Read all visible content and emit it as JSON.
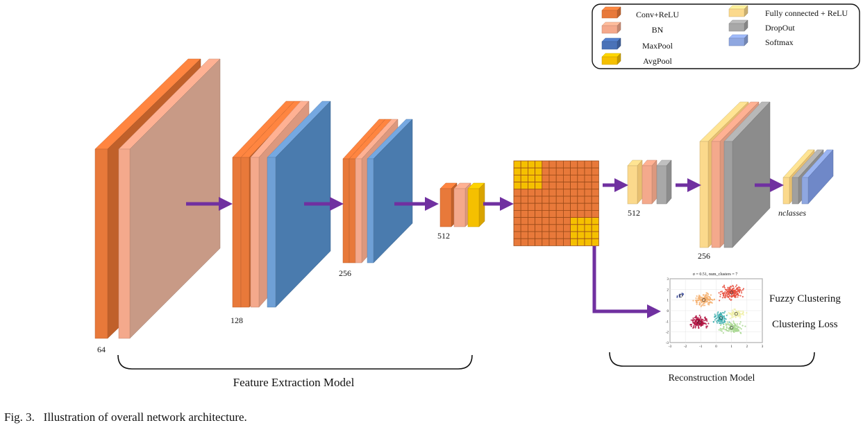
{
  "legend": {
    "items": [
      {
        "label": "Conv+ReLU",
        "color": "#E8793A"
      },
      {
        "label": "BN",
        "color": "#F4A98C"
      },
      {
        "label": "MaxPool",
        "color": "#4A72B8"
      },
      {
        "label": "AvgPool",
        "color": "#F5C000"
      },
      {
        "label": "Fully connected + ReLU",
        "color": "#FBD98C"
      },
      {
        "label": "DropOut",
        "color": "#A8A8A8"
      },
      {
        "label": "Softmax",
        "color": "#8FA7E0"
      }
    ]
  },
  "feature_extraction": {
    "dims": [
      "64",
      "128",
      "256",
      "512"
    ],
    "section_label": "Feature Extraction Model"
  },
  "reconstruction": {
    "dims": [
      "512",
      "256"
    ],
    "output_label": "nclasses",
    "section_label": "Reconstruction Model",
    "plot_title": "σ = 0.51, num_clusters = 7",
    "plot_xticks": [
      "-3",
      "-2",
      "-1",
      "0",
      "1",
      "2",
      "3"
    ],
    "plot_yticks": [
      "3",
      "2",
      "1",
      "0",
      "-1",
      "-2",
      "-3"
    ],
    "fuzzy_label": "Fuzzy Clustering",
    "loss_label": "Clustering Loss"
  },
  "caption": "Fig. 3.   Illustration of overall network architecture.",
  "colors": {
    "arrow": "#7030A0",
    "conv": "#E8793A",
    "conv_dark": "#C0602A",
    "bn": "#F4A98C",
    "bn_face": "#C89A86",
    "maxpool": "#4A7BAE",
    "avgpool": "#F5C000",
    "fc": "#FBD98C",
    "dropout": "#8C8C8C",
    "softmax": "#8FA7E0"
  }
}
